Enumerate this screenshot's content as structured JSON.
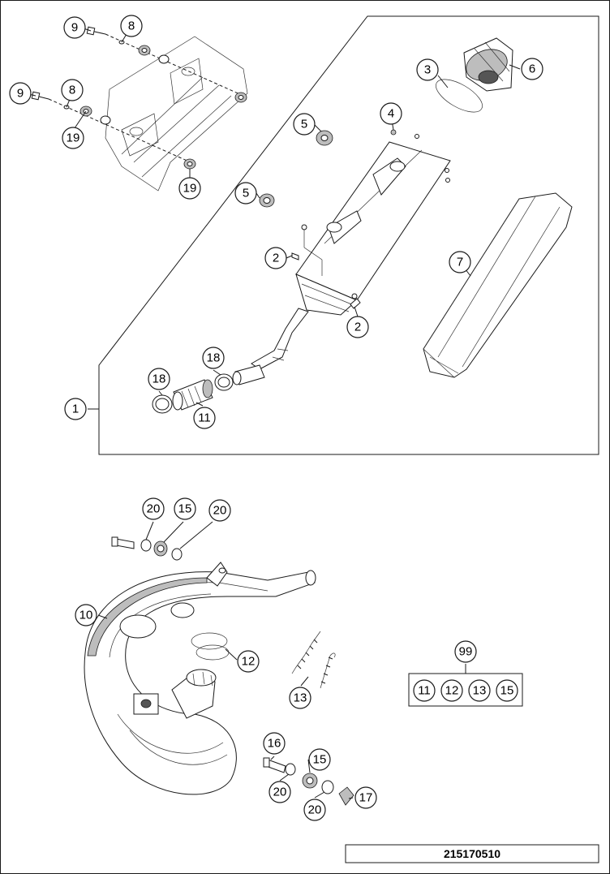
{
  "diagram": {
    "callouts": [
      {
        "id": "c9a",
        "label": "9"
      },
      {
        "id": "c8a",
        "label": "8"
      },
      {
        "id": "c9b",
        "label": "9"
      },
      {
        "id": "c8b",
        "label": "8"
      },
      {
        "id": "c19a",
        "label": "19"
      },
      {
        "id": "c19b",
        "label": "19"
      },
      {
        "id": "c3",
        "label": "3"
      },
      {
        "id": "c6",
        "label": "6"
      },
      {
        "id": "c4",
        "label": "4"
      },
      {
        "id": "c5a",
        "label": "5"
      },
      {
        "id": "c5b",
        "label": "5"
      },
      {
        "id": "c7",
        "label": "7"
      },
      {
        "id": "c2a",
        "label": "2"
      },
      {
        "id": "c2b",
        "label": "2"
      },
      {
        "id": "c18a",
        "label": "18"
      },
      {
        "id": "c18b",
        "label": "18"
      },
      {
        "id": "c11",
        "label": "11"
      },
      {
        "id": "c1",
        "label": "1"
      },
      {
        "id": "c20a",
        "label": "20"
      },
      {
        "id": "c15a",
        "label": "15"
      },
      {
        "id": "c20b",
        "label": "20"
      },
      {
        "id": "c10",
        "label": "10"
      },
      {
        "id": "c12",
        "label": "12"
      },
      {
        "id": "c13",
        "label": "13"
      },
      {
        "id": "c16",
        "label": "16"
      },
      {
        "id": "c15b",
        "label": "15"
      },
      {
        "id": "c20c",
        "label": "20"
      },
      {
        "id": "c20d",
        "label": "20"
      },
      {
        "id": "c17",
        "label": "17"
      },
      {
        "id": "c99",
        "label": "99"
      }
    ],
    "kit": {
      "label": "99",
      "items": [
        "11",
        "12",
        "13",
        "15"
      ]
    },
    "part_code": "215170510"
  }
}
